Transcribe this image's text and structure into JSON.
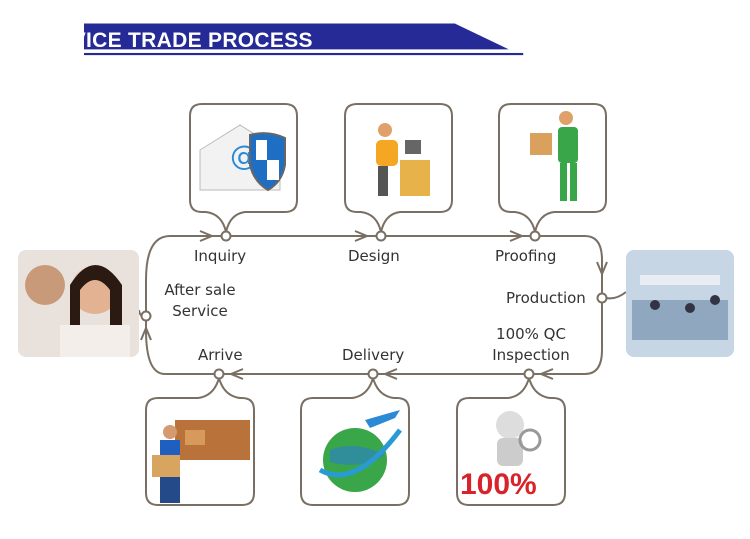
{
  "title": "SERVICE TRADE PROCESS",
  "colors": {
    "banner": "#252a96",
    "line": "#7a6f63"
  },
  "steps": {
    "inquiry": "Inquiry",
    "design": "Design",
    "proofing": "Proofing",
    "production": "Production",
    "qc": "100% QC",
    "qc2": "Inspection",
    "delivery": "Delivery",
    "arrive": "Arrive",
    "after1": "After sale",
    "after2": "Service"
  },
  "icons": [
    "email-shield-icon",
    "designer-icon",
    "worker-box-icon",
    "factory-photo",
    "qc-magnifier-icon",
    "globe-plane-icon",
    "delivery-man-icon",
    "customer-service-photo"
  ],
  "qc_badge": "100%"
}
